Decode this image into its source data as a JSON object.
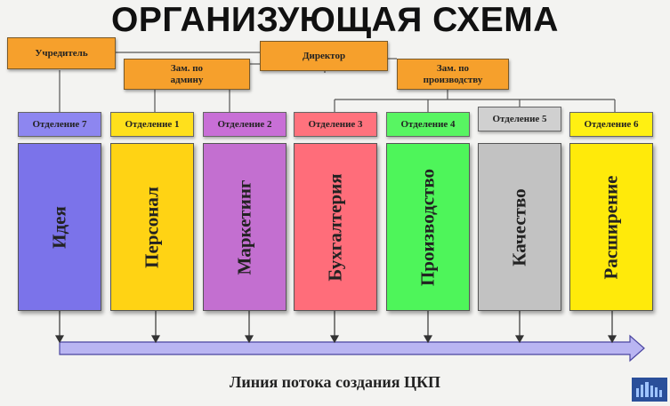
{
  "title": "ОРГАНИЗУЮЩАЯ СХЕМА",
  "org": {
    "founder": "Учредитель",
    "director": "Директор",
    "deputy_admin": "Зам. по админу",
    "deputy_production": "Зам. по производству"
  },
  "departments": [
    {
      "header": "Отделение 7",
      "name": "Идея",
      "color": "#7b73ea",
      "header_color": "#8d86f0"
    },
    {
      "header": "Отделение 1",
      "name": "Персонал",
      "color": "#ffd314",
      "header_color": "#ffe01c"
    },
    {
      "header": "Отделение 2",
      "name": "Маркетинг",
      "color": "#c36fd0",
      "header_color": "#c86fd6"
    },
    {
      "header": "Отделение 3",
      "name": "Бухгалтерия",
      "color": "#ff6d7a",
      "header_color": "#ff727d"
    },
    {
      "header": "Отделение 4",
      "name": "Производство",
      "color": "#4ef55a",
      "header_color": "#58f562"
    },
    {
      "header": "Отделение 5",
      "name": "Качество",
      "color": "#c2c2c2",
      "header_color": "#d0d0d0"
    },
    {
      "header": "Отделение 6",
      "name": "Расширение",
      "color": "#ffea0a",
      "header_color": "#fff012"
    }
  ],
  "flow_label": "Линия потока создания ЦКП",
  "colors": {
    "org_box": "#f6a02c",
    "arrow": "#b9b5f2"
  }
}
